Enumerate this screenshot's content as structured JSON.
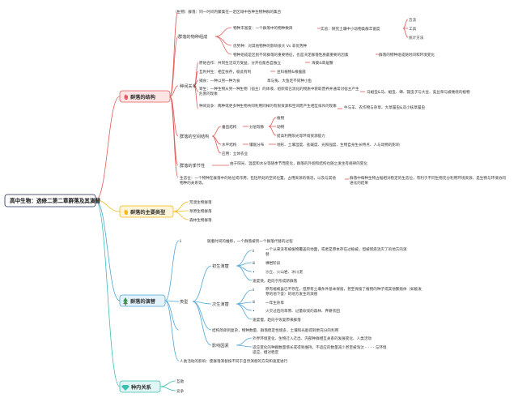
{
  "root": {
    "label": "高中生物：选修二第二章群落及其演替",
    "color": "#1d2b57"
  },
  "branches": [
    {
      "id": "b1",
      "label": "群落的结构",
      "color": "#e25a5a",
      "fill": "#fde5e5",
      "icon": "fire-icon"
    },
    {
      "id": "b2",
      "label": "群落的主要类型",
      "color": "#f0b91a",
      "fill": "#fff5d9",
      "icon": "fire-icon"
    },
    {
      "id": "b3",
      "label": "群落的演替",
      "color": "#4fa6d6",
      "fill": "#e3f2fb",
      "icon": "tree-icon"
    },
    {
      "id": "b4",
      "label": "种内关系",
      "color": "#3dbfb1",
      "fill": "#e0f6f4",
      "icon": "diamond-icon"
    }
  ],
  "structure": {
    "definition": "（生物）群落：同一时间内聚集在一定区域中各种生物种群的集合",
    "species_composition": {
      "label": "群落的物种组成",
      "richness": "物种丰富度：一个群落中的物种数目",
      "experiment": "实验：研究土壤中小动物类群丰富度",
      "experiment_items": [
        "方法",
        "工具",
        "统计方法"
      ],
      "dominant": "优势种：对其他物种的影响很大 Vs 非优势种",
      "change": "物种组成是区别不同群落的重要特征，也是决定群落性质最重要的因素",
      "change_note": "群落的物种组成随时间和环境变化"
    },
    "interspecific": {
      "label": "种间关系",
      "items": [
        {
          "text": "原始合作：共同生活双方受益，分开也能各自独立",
          "note": "海葵&寄居蟹"
        },
        {
          "text": "互利共生：相互依存，彼此有利",
          "note": "豆科植物&根瘤菌"
        },
        {
          "text": "捕食：一种以另一种为食",
          "note": "草与兔、大鱼吃不同种小鱼"
        },
        {
          "text": "寄生：一种生物从另一种生物（宿主）的体液、组织或已消化的物质中获取营养并通常对宿主产生危害的现象",
          "note": "马蛔虫&马、蛔虫、蜱、瓢虫子与大豆、菟丝草与被缠绕的植物"
        },
        {
          "text": "种间竞争：两种或更多种生物共同利用同样的有限资源和空间而产生相互排斥的现象",
          "note": "牛与羊、农作物与杂草、大草履虫&双小核草履虫"
        }
      ]
    },
    "spatial": {
      "label": "群落的空间结构",
      "vertical": "垂直结构",
      "vertical_sub": "分层现象",
      "vertical_items": [
        "植物",
        "动物",
        "提高利用阳光等环境资源能力"
      ],
      "horizontal": "水平结构",
      "horizontal_sub": "镶嵌分布",
      "horizontal_note": "地形、土壤湿度、盐碱度、光照强度、生物自身生长特点、人与动物的影响",
      "application": "应用：立体农业"
    },
    "seasonality": {
      "label": "群落的季节性",
      "text": "由于阳光、温度和水分等随季节而变化，群落的外貌和结构也随之发生有规律的变化"
    },
    "niche": {
      "text": "生态位：一个物种在群落中的地位或作用，包括所处的空间位置，占用资源的情况，以及与其他物种的关系等。",
      "note": "群落中每种生物占据相对稳定的生态位，有利于不同生物充分利用环境资源，是生物与环境协同进化的结果"
    }
  },
  "types": [
    "荒漠生物群落",
    "草原生物群落",
    "森林生物群落"
  ],
  "succession": {
    "definition": "随着时间的推移，一个群落被另一个群落代替的过程",
    "types_label": "类型",
    "primary": {
      "label": "初生演替",
      "def": "一个从来没有被植物覆盖的地面，或者是原本存在过植被，但被彻底消灭了的地方的演替",
      "stages": "裸岩阶段",
      "example": "沙丘、火山岩、冰川泥",
      "speed": "速度快，趋向于形成新群落"
    },
    "secondary": {
      "label": "次生演替",
      "def": "原有植被虽已不存在，但原有土壤条件基本保留，甚至保留了植物的种子或其他繁殖体（如能发芽的地下茎）的地方发生的演替",
      "stages": "一年生杂草",
      "example": "火灾过后的草原、过量砍伐的森林、弃耕农田",
      "speed": "速度慢，趋向于恢复原来群落"
    },
    "trend": "结构简单到复杂，物种数量、群落稳定性增多，土壤和光能得到更充分的利用",
    "factors_label": "影响因素",
    "factors": [
      "外界环境变化、生物迁入迁出、内部种群相互关系的发展变化、人类活动",
      "适应变化的种群数量增长或得到维持，不适应的数量减少甚至被淘汰 - - - - 与环境适应、相对稳定"
    ],
    "human": "人类活动的影响：使群落演替按不同于自然演替的方向和速度进行"
  },
  "intraspecific": [
    "互助",
    "竞争"
  ],
  "markers": {
    "sub": "ⅱ",
    "sub2": "ⅲ",
    "bullet": "•"
  }
}
